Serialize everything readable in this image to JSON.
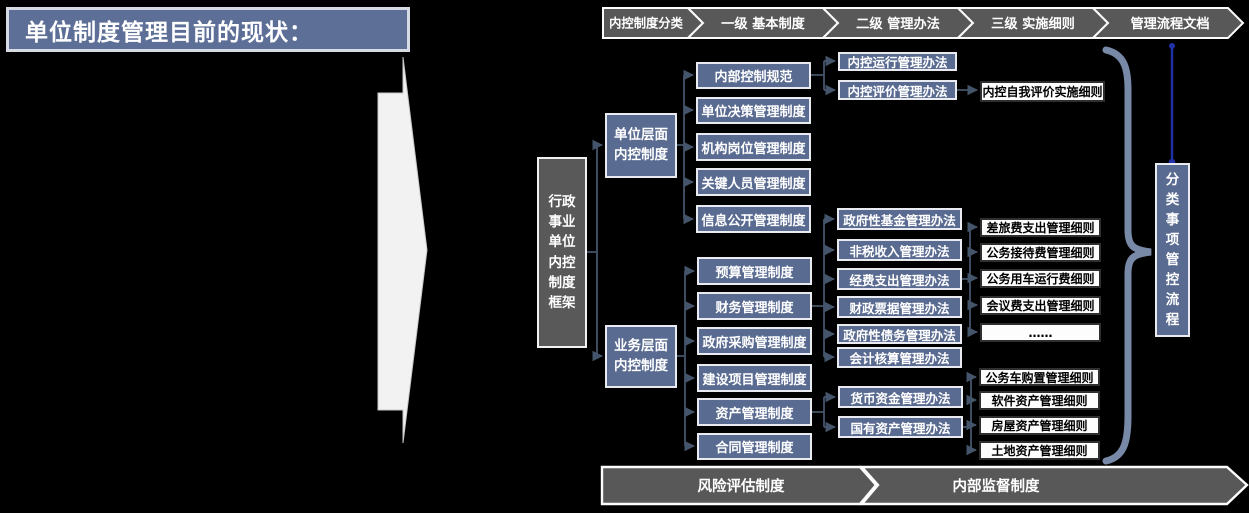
{
  "title": "单位制度管理目前的现状：",
  "colors": {
    "accent_blue": "#5A6B91",
    "dark_gray": "#595959",
    "connector": "#44546A",
    "brace": "#7889A8",
    "flow_line_blue": "#2130A6",
    "white_box_border": "#2F2F2F"
  },
  "header_steps": [
    "内控制度分类",
    "一级 基本制度",
    "二级 管理办法",
    "三级 实施细则",
    "管理流程文档"
  ],
  "framework_box": {
    "label": "行政事业单位内控制度框架",
    "lines": [
      "行政",
      "事业",
      "单位",
      "内控",
      "制度",
      "框架"
    ]
  },
  "unit_section": {
    "header": {
      "label": "单位层面内控制度",
      "lines": [
        "单位层面",
        "内控制度"
      ]
    },
    "systems": [
      "内部控制规范",
      "单位决策管理制度",
      "机构岗位管理制度",
      "关键人员管理制度",
      "信息公开管理制度"
    ],
    "methods": [
      "内控运行管理办法",
      "内控评价管理办法"
    ],
    "details": [
      "内控自我评价实施细则"
    ]
  },
  "business_section": {
    "header": {
      "label": "业务层面内控制度",
      "lines": [
        "业务层面",
        "内控制度"
      ]
    },
    "systems": [
      "预算管理制度",
      "财务管理制度",
      "政府采购管理制度",
      "建设项目管理制度",
      "资产管理制度",
      "合同管理制度"
    ],
    "finance_methods": [
      "政府性基金管理办法",
      "非税收入管理办法",
      "经费支出管理办法",
      "财政票据管理办法",
      "政府性债务管理办法",
      "会计核算管理办法"
    ],
    "expense_details": [
      "差旅费支出管理细则",
      "公务接待费管理细则",
      "公务用车运行费细则",
      "会议费支出管理细则",
      "……"
    ],
    "asset_methods": [
      "货币资金管理办法",
      "国有资产管理办法"
    ],
    "asset_details": [
      "公务车购置管理细则",
      "软件资产管理细则",
      "房屋资产管理细则",
      "土地资产管理细则"
    ]
  },
  "flow_box": {
    "label": "分类事项管控流程",
    "chars": [
      "分",
      "类",
      "事",
      "项",
      "管",
      "控",
      "流",
      "程"
    ]
  },
  "bottom_steps": [
    "风险评估制度",
    "内部监督制度"
  ]
}
